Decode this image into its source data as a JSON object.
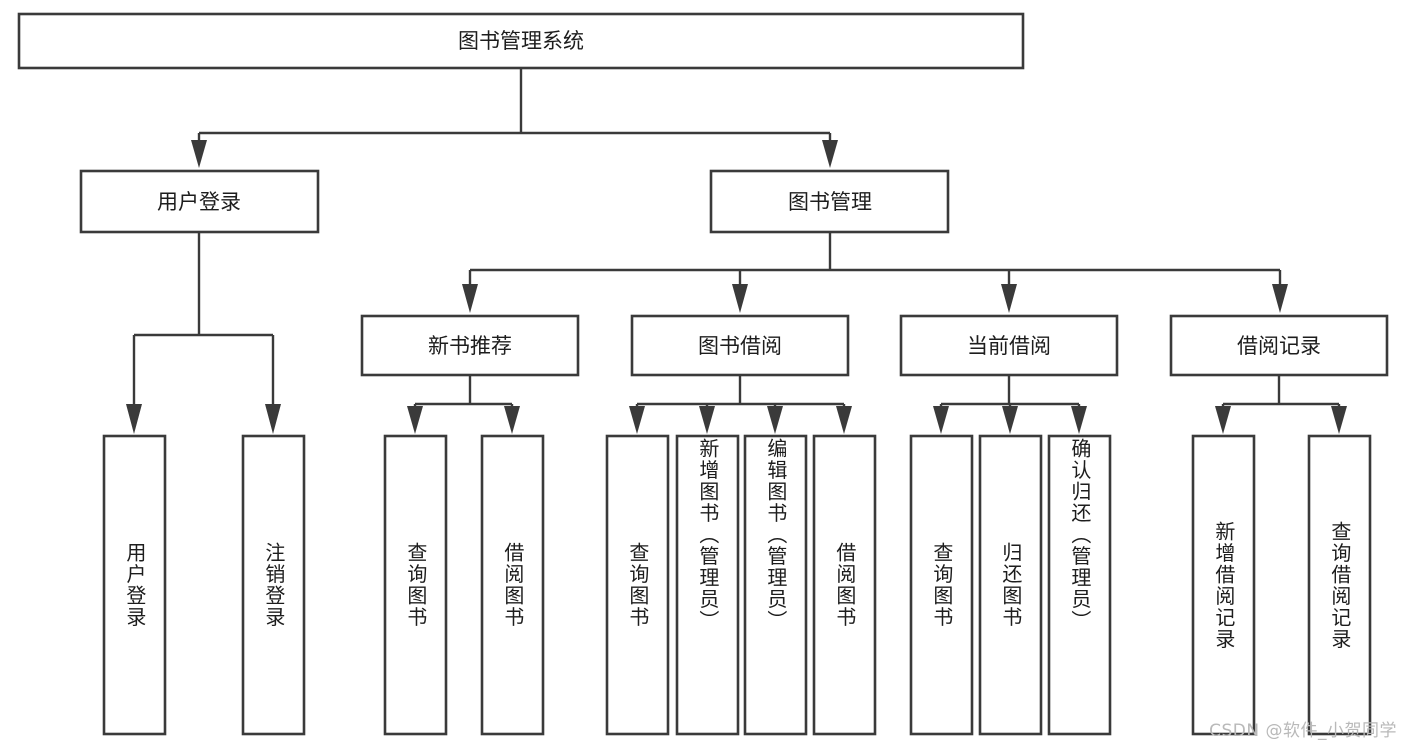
{
  "diagram": {
    "title": "图书管理系统",
    "type": "tree-hierarchy",
    "root": {
      "id": "root",
      "label": "图书管理系统",
      "orientation": "horizontal"
    },
    "level2": [
      {
        "id": "user-login",
        "label": "用户登录",
        "orientation": "horizontal"
      },
      {
        "id": "book-management",
        "label": "图书管理",
        "orientation": "horizontal"
      }
    ],
    "level3": [
      {
        "id": "new-book-recommend",
        "label": "新书推荐",
        "parent": "book-management",
        "orientation": "horizontal"
      },
      {
        "id": "book-borrow",
        "label": "图书借阅",
        "parent": "book-management",
        "orientation": "horizontal"
      },
      {
        "id": "current-borrow",
        "label": "当前借阅",
        "parent": "book-management",
        "orientation": "horizontal"
      },
      {
        "id": "borrow-record",
        "label": "借阅记录",
        "parent": "book-management",
        "orientation": "horizontal"
      }
    ],
    "leaves": [
      {
        "id": "leaf-user-login",
        "label": "用户登录",
        "parent": "user-login",
        "orientation": "vertical"
      },
      {
        "id": "leaf-logout-login",
        "label": "注销登录",
        "parent": "user-login",
        "orientation": "vertical"
      },
      {
        "id": "leaf-query-book-1",
        "label": "查询图书",
        "parent": "new-book-recommend",
        "orientation": "vertical"
      },
      {
        "id": "leaf-borrow-book-1",
        "label": "借阅图书",
        "parent": "new-book-recommend",
        "orientation": "vertical"
      },
      {
        "id": "leaf-query-book-2",
        "label": "查询图书",
        "parent": "book-borrow",
        "orientation": "vertical"
      },
      {
        "id": "leaf-add-book",
        "label": "新增图书（管理员）",
        "parent": "book-borrow",
        "orientation": "vertical"
      },
      {
        "id": "leaf-edit-book",
        "label": "编辑图书（管理员）",
        "parent": "book-borrow",
        "orientation": "vertical"
      },
      {
        "id": "leaf-borrow-book-2",
        "label": "借阅图书",
        "parent": "book-borrow",
        "orientation": "vertical"
      },
      {
        "id": "leaf-query-book-3",
        "label": "查询图书",
        "parent": "current-borrow",
        "orientation": "vertical"
      },
      {
        "id": "leaf-return-book",
        "label": "归还图书",
        "parent": "current-borrow",
        "orientation": "vertical"
      },
      {
        "id": "leaf-confirm-return",
        "label": "确认归还（管理员）",
        "parent": "current-borrow",
        "orientation": "vertical"
      },
      {
        "id": "leaf-add-record",
        "label": "新增借阅记录",
        "parent": "borrow-record",
        "orientation": "vertical"
      },
      {
        "id": "leaf-query-record",
        "label": "查询借阅记录",
        "parent": "borrow-record",
        "orientation": "vertical"
      }
    ],
    "colors": {
      "background": "#ffffff",
      "box_fill": "#ffffff",
      "box_stroke": "#3a3a3a",
      "text": "#1d1d1d",
      "watermark": "#b9b9b9"
    }
  },
  "watermark": {
    "text": "CSDN @软件_小贺同学"
  }
}
